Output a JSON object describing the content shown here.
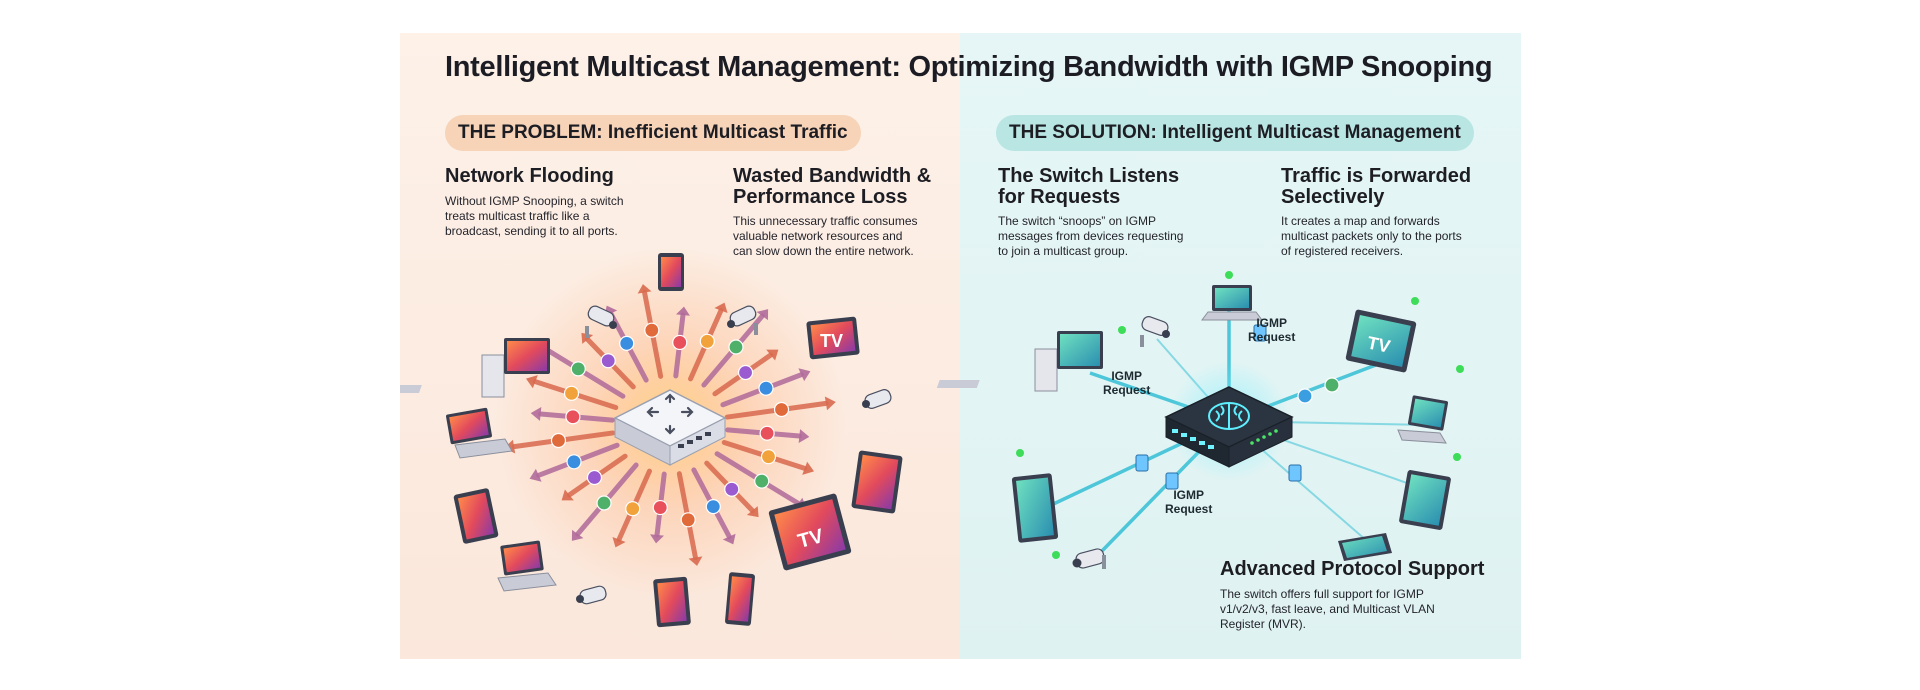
{
  "title": "Intelligent Multicast Management: Optimizing Bandwidth with IGMP Snooping",
  "problem": {
    "pill": "THE PROBLEM: Inefficient Multicast Traffic",
    "flooding": {
      "heading": "Network Flooding",
      "lines": [
        "Without IGMP Snooping, a switch",
        "treats multicast traffic like a",
        "broadcast, sending it to all ports."
      ]
    },
    "wasted": {
      "heading_lines": [
        "Wasted Bandwidth &",
        "Performance Loss"
      ],
      "lines": [
        "This unnecessary traffic consumes",
        "valuable network resources and",
        "can slow down the entire network."
      ]
    },
    "tv_labels": [
      "TV",
      "TV"
    ]
  },
  "solution": {
    "pill": "THE SOLUTION: Intelligent Multicast Management",
    "listens": {
      "heading_lines": [
        "The Switch Listens",
        "for Requests"
      ],
      "lines": [
        "The switch “snoops” on IGMP",
        "messages from devices requesting",
        "to join a multicast group."
      ]
    },
    "forwarded": {
      "heading_lines": [
        "Traffic is Forwarded",
        "Selectively"
      ],
      "lines": [
        "It creates a map and forwards",
        "multicast packets only to the ports",
        "of registered receivers."
      ]
    },
    "advanced": {
      "heading": "Advanced Protocol Support",
      "lines": [
        "The switch offers full support for IGMP",
        "v1/v2/v3, fast leave, and Multicast VLAN",
        "Register (MVR)."
      ]
    },
    "requests": [
      {
        "line1": "IGMP",
        "line2": "Request"
      },
      {
        "line1": "IGMP",
        "line2": "Request"
      },
      {
        "line1": "IGMP",
        "line2": "Request"
      }
    ],
    "tv_label": "TV"
  },
  "colors": {
    "problem_bg": "#fdf1e8",
    "solution_bg": "#e6f6f6",
    "problem_pill": "#f7d3b8",
    "solution_pill": "#b9e6e3",
    "flood_arrow": "#d8694e",
    "selective_link": "#3cc2d6",
    "active_led": "#3ddc59"
  }
}
